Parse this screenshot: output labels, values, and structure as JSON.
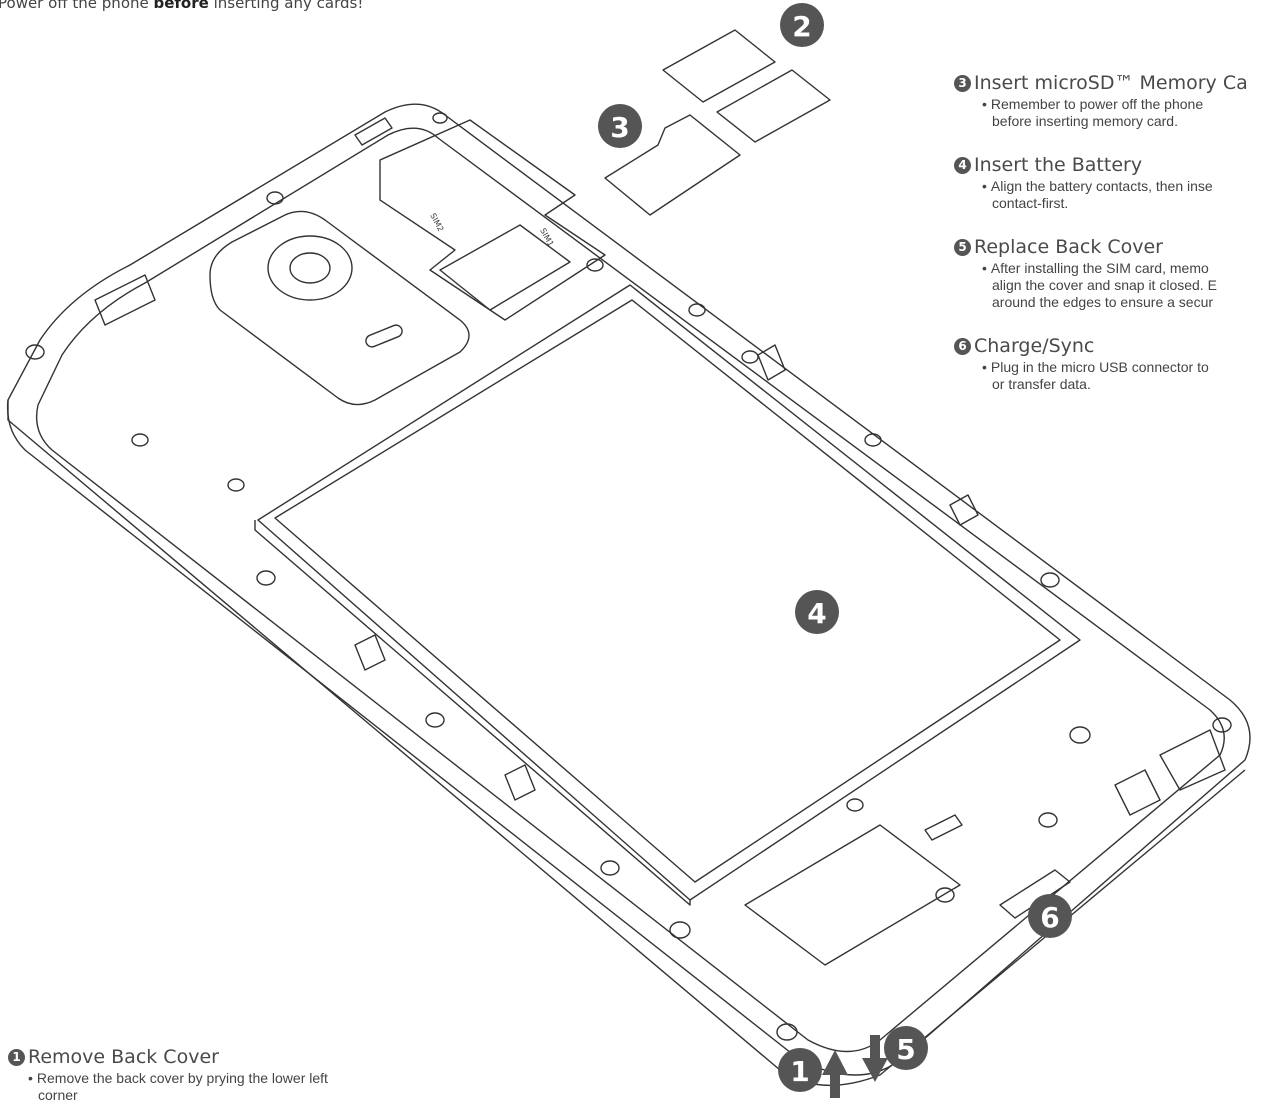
{
  "warning": {
    "prefix": "Power off the phone ",
    "emphasis": "before",
    "suffix": " inserting any cards!"
  },
  "steps": [
    {
      "number": "1",
      "title": "Remove Back Cover",
      "body": "Remove the back cover by prying the lower left corner"
    },
    {
      "number": "3",
      "title": "Insert microSD™ Memory Ca",
      "body_line1": "Remember to power off the phone",
      "body_line2": "before inserting memory card."
    },
    {
      "number": "4",
      "title": "Insert the Battery",
      "body_line1": "Align the battery contacts, then inse",
      "body_line2": "contact-first."
    },
    {
      "number": "5",
      "title": "Replace Back Cover",
      "body_line1": "After installing the SIM card, memo",
      "body_line2": "align the cover and snap it closed. E",
      "body_line3": "around the edges to ensure a secur"
    },
    {
      "number": "6",
      "title": "Charge/Sync",
      "body_line1": "Plug in the micro USB connector to",
      "body_line2": "or transfer data."
    }
  ],
  "callouts": {
    "one": "1",
    "two": "2",
    "three": "3",
    "four": "4",
    "five": "5",
    "six": "6"
  },
  "slot_labels": {
    "sim1": "SIM1",
    "sim2": "SIM2"
  },
  "colors": {
    "line": "#333333",
    "badge": "#555555"
  }
}
